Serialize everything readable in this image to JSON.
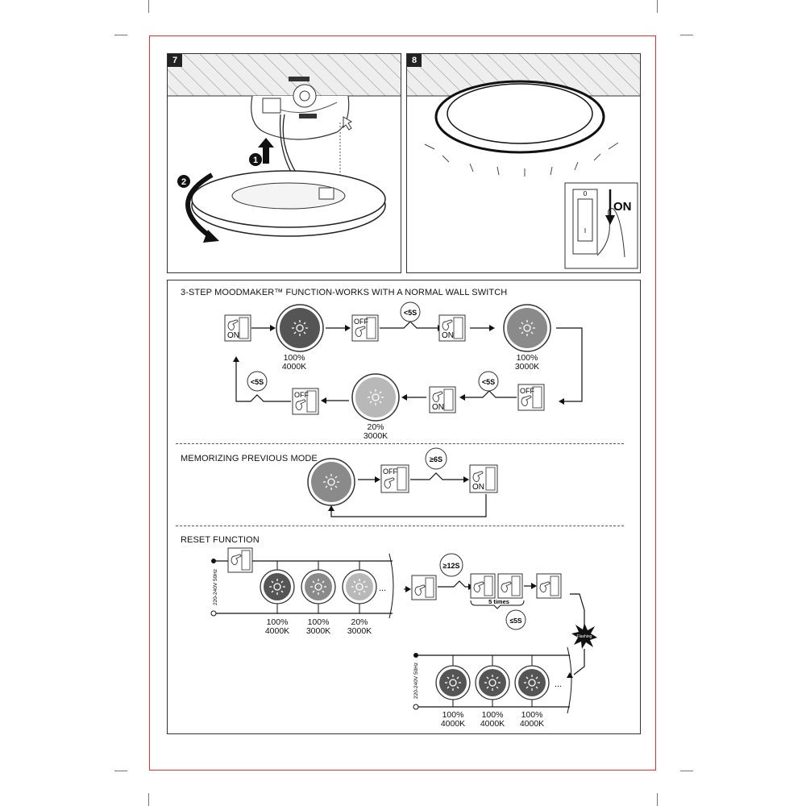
{
  "panel7": {
    "number": "7",
    "step1": "1",
    "step2": "2"
  },
  "panel8": {
    "number": "8",
    "on_label": "ON",
    "switch_top": "0",
    "switch_bottom": "I"
  },
  "section1": {
    "title": "3-STEP MOODMAKER™ FUNCTION-WORKS WITH A NORMAL WALL SWITCH",
    "on_label": "ON",
    "off_label": "OFF",
    "timer": "<5S",
    "lamp1": {
      "pct": "100%",
      "kelvin": "4000K"
    },
    "lamp2": {
      "pct": "100%",
      "kelvin": "3000K"
    },
    "lamp3": {
      "pct": "20%",
      "kelvin": "3000K"
    }
  },
  "section2": {
    "title": "MEMORIZING PREVIOUS MODE",
    "off_label": "OFF",
    "on_label": "ON",
    "timer": "≥6S"
  },
  "section3": {
    "title": "RESET FUNCTION",
    "supply_label": "220-240V 50Hz",
    "timer": "≥12S",
    "times_label": "5 times",
    "timer2": "≤5S",
    "flash_label": "Flashing",
    "ellipsis": "...",
    "top_lamps": [
      {
        "pct": "100%",
        "kelvin": "4000K"
      },
      {
        "pct": "100%",
        "kelvin": "3000K"
      },
      {
        "pct": "20%",
        "kelvin": "3000K"
      }
    ],
    "bottom_lamps": [
      {
        "pct": "100%",
        "kelvin": "4000K"
      },
      {
        "pct": "100%",
        "kelvin": "4000K"
      },
      {
        "pct": "100%",
        "kelvin": "4000K"
      }
    ]
  },
  "colors": {
    "frame": "#dd3333",
    "lamp_dark": "#555555",
    "lamp_mid": "#8a8a8a",
    "lamp_light": "#b8b8b8"
  }
}
